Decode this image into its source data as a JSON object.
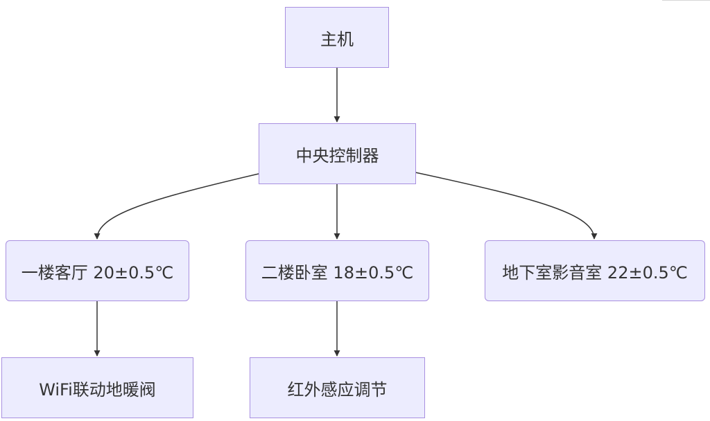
{
  "diagram": {
    "type": "flowchart",
    "colors": {
      "node_fill": "#ececfe",
      "node_border": "#a88fe0",
      "edge": "#333333",
      "text": "#333333"
    },
    "nodes": {
      "host": "主机",
      "controller": "中央控制器",
      "living_room": "一楼客厅 20±0.5℃",
      "bedroom": "二楼卧室 18±0.5℃",
      "theater": "地下室影音室 22±0.5℃",
      "floor_heating_valve": "WiFi联动地暖阀",
      "ir_control": "红外感应调节"
    },
    "edges": [
      {
        "from": "host",
        "to": "controller"
      },
      {
        "from": "controller",
        "to": "living_room"
      },
      {
        "from": "controller",
        "to": "bedroom"
      },
      {
        "from": "controller",
        "to": "theater"
      },
      {
        "from": "living_room",
        "to": "floor_heating_valve"
      },
      {
        "from": "bedroom",
        "to": "ir_control"
      }
    ]
  }
}
